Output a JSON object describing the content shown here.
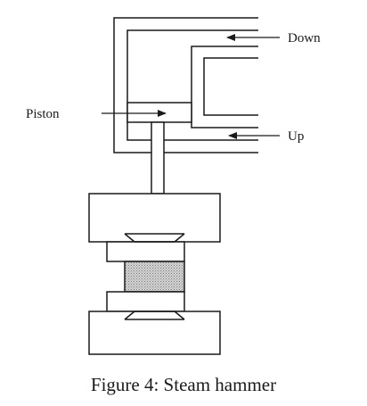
{
  "labels": {
    "down": "Down",
    "up": "Up",
    "piston": "Piston"
  },
  "caption": "Figure 4: Steam hammer",
  "colors": {
    "line": "#1a1a1a",
    "workpiece_fill": "#c8c8c8",
    "background": "#ffffff"
  }
}
